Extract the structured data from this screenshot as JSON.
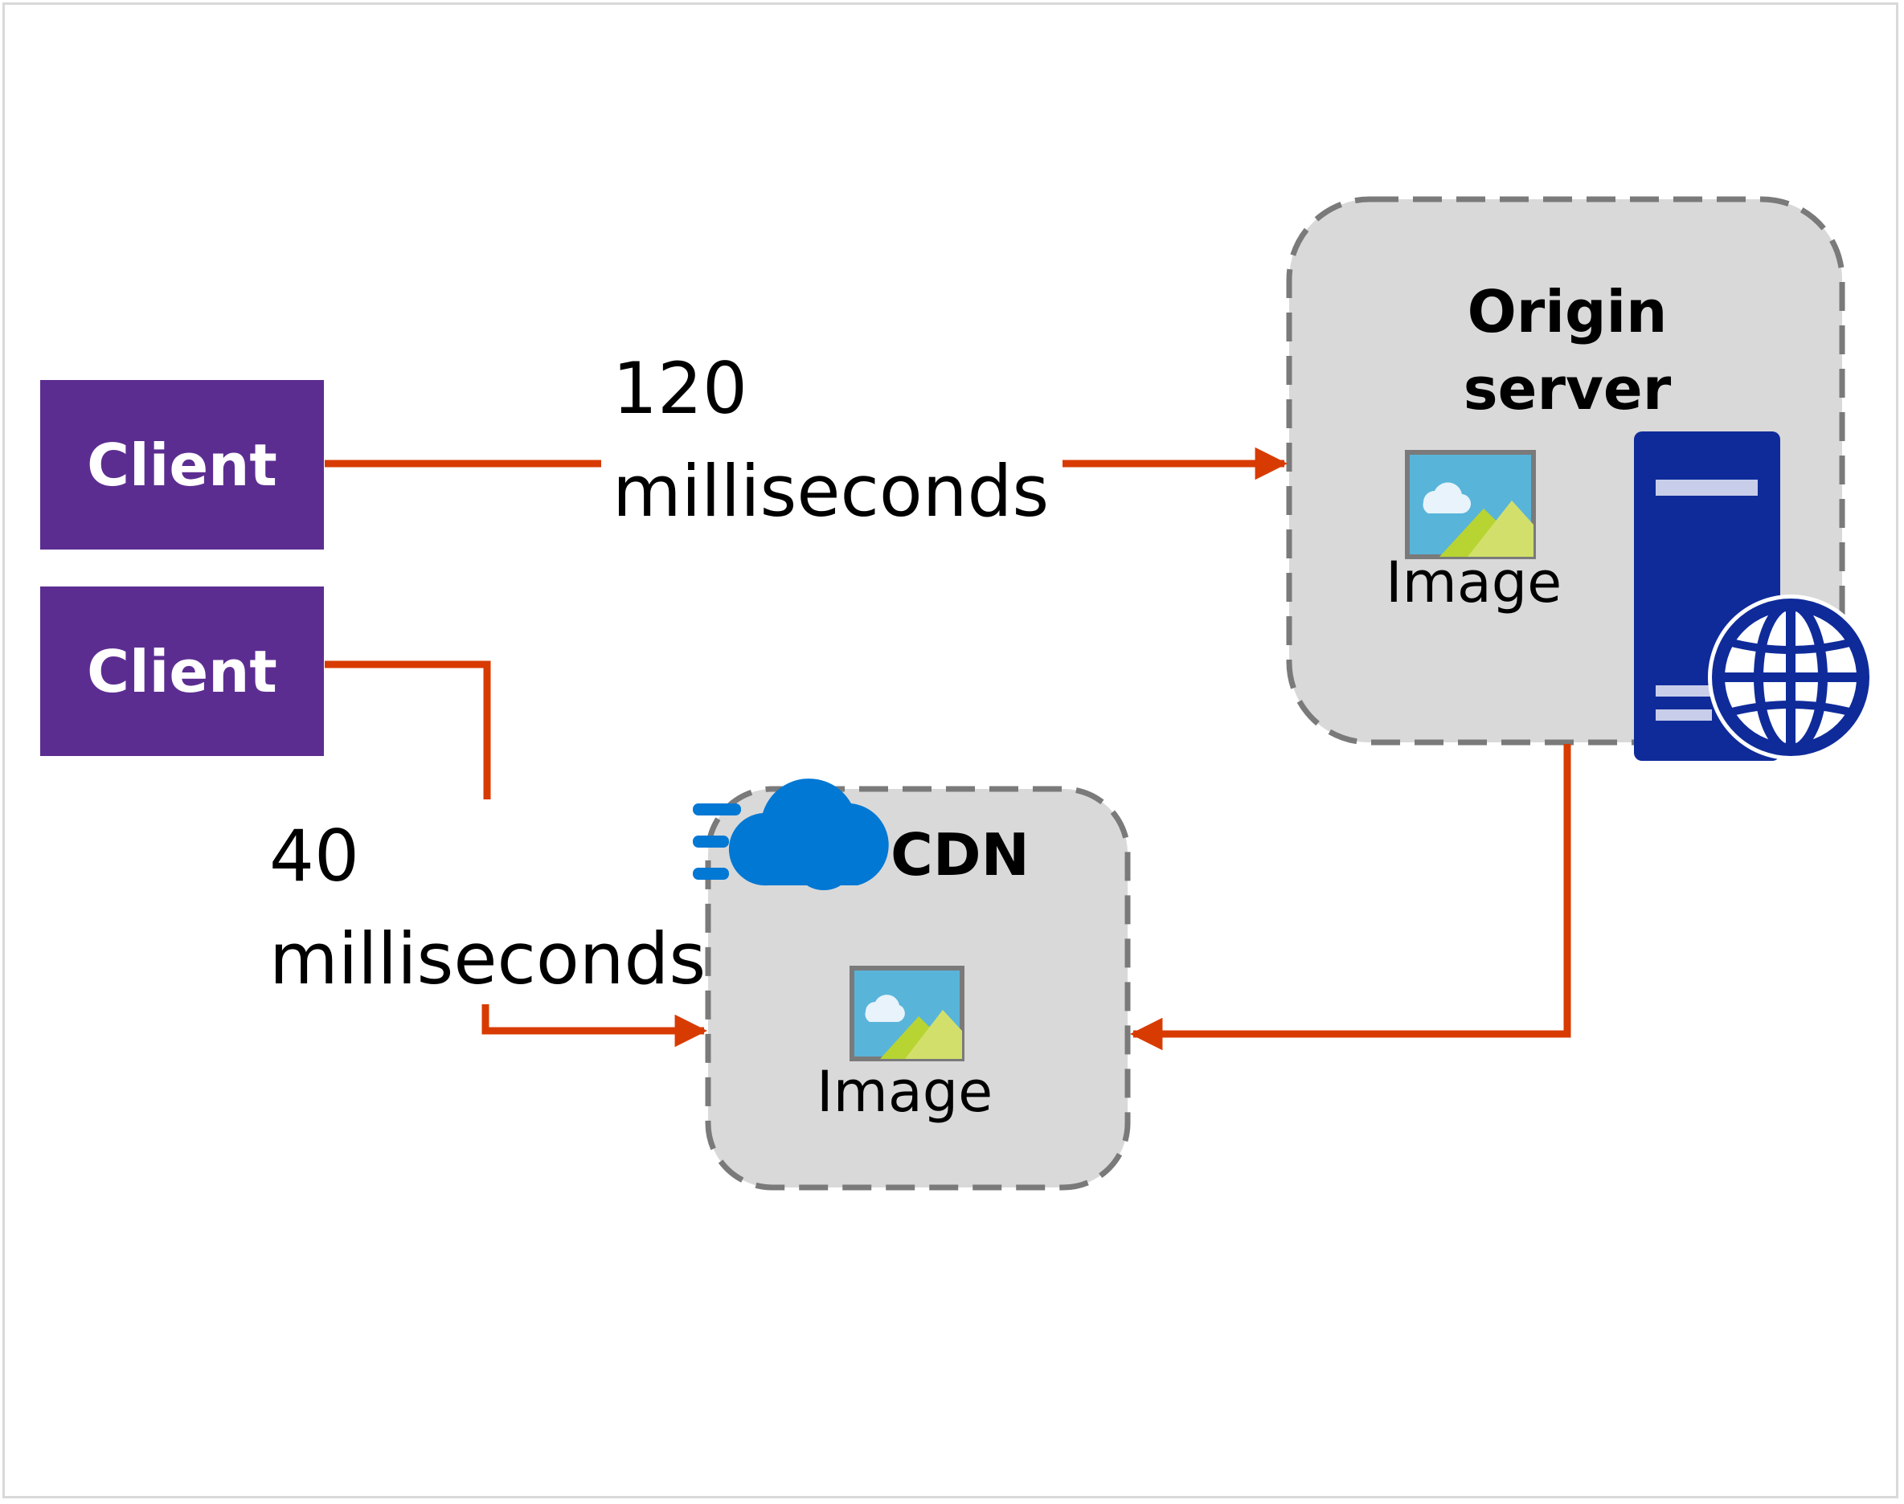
{
  "clients": [
    {
      "label": "Client"
    },
    {
      "label": "Client"
    }
  ],
  "latency_direct": {
    "value": "120",
    "unit": "milliseconds"
  },
  "latency_cdn": {
    "value": "40",
    "unit": "milliseconds"
  },
  "origin": {
    "title_line1": "Origin",
    "title_line2": "server",
    "image_label": "Image"
  },
  "cdn": {
    "title": "CDN",
    "image_label": "Image"
  },
  "icons": {
    "server": "server-globe-icon",
    "cdn": "cdn-cloud-icon",
    "image": "image-icon"
  },
  "colors": {
    "client": "#5c2d91",
    "arrow": "#d83b01",
    "box_fill": "#d9d9d9",
    "box_border": "#7a7a7a",
    "server": "#0f2b9a",
    "cloud": "#0078d4"
  }
}
